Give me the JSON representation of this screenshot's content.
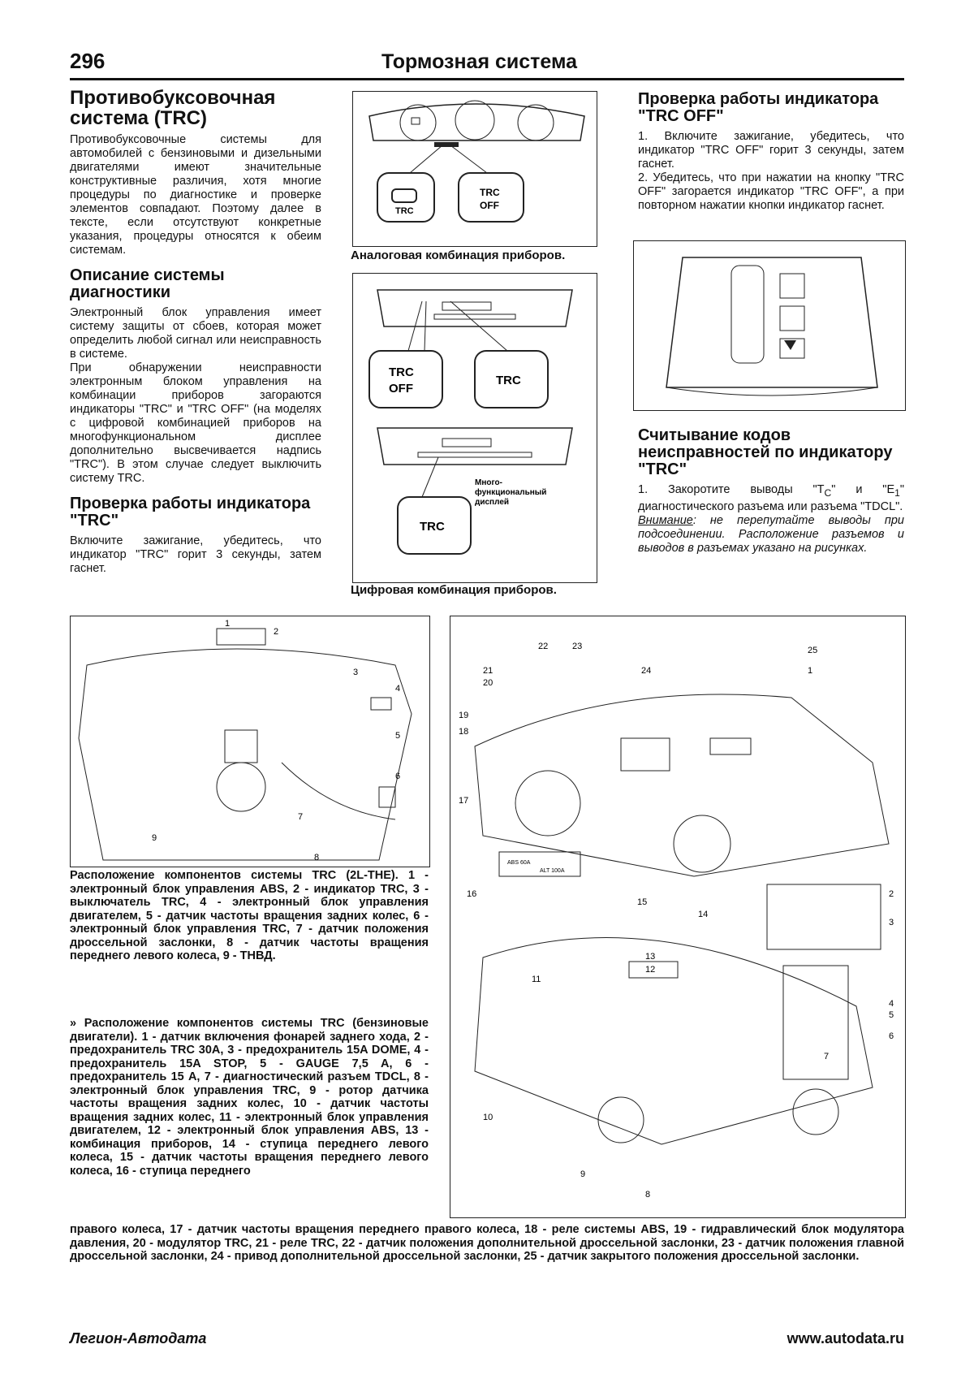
{
  "header": {
    "page_number": "296",
    "section_title": "Тормозная система"
  },
  "col1": {
    "h1": "Противобуксовочная система (TRC)",
    "p1": "Противобуксовочные системы для автомобилей с бензиновыми и дизельными двигателями имеют значительные конструктивные различия, хотя многие процедуры по диагностике и проверке элементов совпадают. Поэтому далее в тексте, если отсутствуют конкретные указания, процедуры относятся к обеим системам.",
    "h2": "Описание системы диагностики",
    "p2": "Электронный блок управления имеет систему защиты от сбоев, которая может определить любой сигнал или неисправность в системе.",
    "p3": "При обнаружении неисправности электронным блоком управления на комбинации приборов загораются индикаторы \"TRC\" и \"TRC OFF\" (на моделях с цифровой комбинацией приборов на многофункциональном дисплее дополнительно высвечивается надпись \"TRC\"). В этом случае следует выключить систему TRC.",
    "h3": "Проверка работы индикатора \"TRC\"",
    "p4": "Включите зажигание, убедитесь, что индикатор \"TRC\" горит 3 секунды, затем гаснет."
  },
  "col2": {
    "fig1_caption": "Аналоговая комбинация приборов.",
    "fig1_label_trc": "TRC",
    "fig1_label_trc_off_1": "TRC",
    "fig1_label_trc_off_2": "OFF",
    "fig2_label_trc_off_1": "TRC",
    "fig2_label_trc_off_2": "OFF",
    "fig2_label_trc": "TRC",
    "fig2_label_trc_bottom": "TRC",
    "fig2_display_1": "Много-",
    "fig2_display_2": "функциональный",
    "fig2_display_3": "дисплей",
    "fig2_caption": "Цифровая комбинация приборов."
  },
  "col3": {
    "h1": "Проверка работы индикатора \"TRC OFF\"",
    "p1": "1. Включите зажигание, убедитесь, что индикатор \"TRC OFF\" горит 3 секунды, затем гаснет.",
    "p2": "2. Убедитесь, что при нажатии на кнопку \"TRC OFF\" загорается индикатор \"TRC OFF\", а при повторном нажатии кнопки индикатор гаснет.",
    "h2": "Считывание кодов неисправностей по индикатору \"TRC\"",
    "p3_a": "1. Закоротите выводы \"T",
    "p3_sub1": "C",
    "p3_b": "\" и \"E",
    "p3_sub2": "1",
    "p3_c": "\" диагностического разъема или разъема \"TDCL\".",
    "note_label": "Внимание",
    "note_text": ": не перепутайте выводы при подсоединении. Расположение разъемов и выводов в разъемах указано на рисунках."
  },
  "fig_left": {
    "callouts": [
      "1",
      "2",
      "3",
      "4",
      "5",
      "6",
      "7",
      "8",
      "9"
    ]
  },
  "fig_right": {
    "callouts_top": [
      "22",
      "23",
      "25",
      "21",
      "20",
      "24",
      "1",
      "19",
      "18",
      "17",
      "16",
      "15",
      "14",
      "2",
      "3"
    ],
    "callouts_bottom": [
      "13",
      "12",
      "11",
      "4",
      "5",
      "6",
      "7",
      "10",
      "9",
      "8"
    ],
    "fuse_labels": [
      "ABS 60A",
      "ALT 100A"
    ]
  },
  "captions": {
    "cap1": "Расположение компонентов системы TRC (2L-THE). 1 - электронный блок управления ABS, 2 - индикатор TRC, 3 - выключатель TRC, 4 - электронный блок управления двигателем, 5 - датчик частоты вращения задних колес, 6 - электронный блок управления TRC, 7 - датчик положения дроссельной заслонки, 8 - датчик частоты вращения переднего левого колеса, 9 - ТНВД.",
    "cap2_marker": "»",
    "cap2": "Расположение компонентов системы TRC (бензиновые двигатели). 1 - датчик включения фонарей заднего хода, 2 - предохранитель TRC 30A, 3 - предохранитель 15A DOME, 4 - предохранитель 15A STOP, 5 - GAUGE 7,5 A, 6 - предохранитель 15 A, 7 - диагностический разъем TDCL, 8 - электронный блок управления TRC, 9 - ротор датчика частоты вращения задних колес, 10 - датчик частоты вращения задних колес, 11 - электронный блок управления двигателем, 12 - электронный блок управления ABS, 13 - комбинация приборов, 14 - ступица переднего левого колеса, 15 - датчик частоты вращения переднего левого колеса, 16 - ступица переднего",
    "cap2_cont": "правого колеса, 17 - датчик частоты вращения переднего правого колеса, 18 - реле системы ABS, 19 - гидравлический блок модулятора давления, 20 - модулятор TRC, 21 - реле TRC, 22 - датчик положения дополнительной дроссельной заслонки, 23 - датчик положения главной дроссельной заслонки, 24 - привод дополнительной дроссельной заслонки, 25 - датчик закрытого положения дроссельной заслонки."
  },
  "footer": {
    "left": "Легион-Автодата",
    "right": "www.autodata.ru"
  }
}
